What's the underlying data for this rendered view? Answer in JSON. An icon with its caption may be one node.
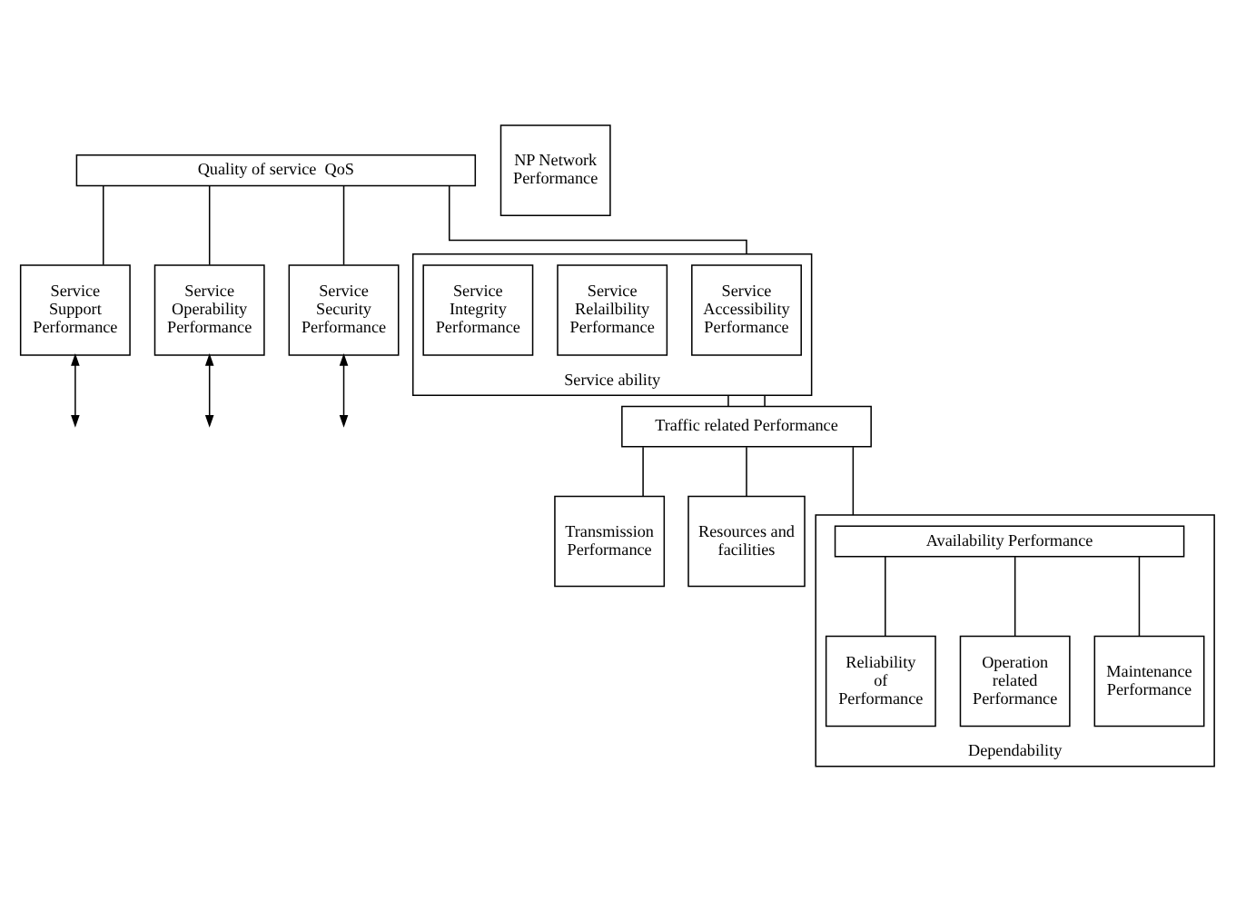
{
  "diagram": {
    "nodes": [
      {
        "text": [
          "Quality of service  QoS"
        ]
      },
      {
        "text": [
          "Service Support Performance"
        ]
      },
      {
        "text": [
          "Service Operability Performance"
        ]
      },
      {
        "text": [
          "Service Security Performance"
        ]
      },
      {
        "text": [
          "Service ability"
        ]
      },
      {
        "text": [
          "Service Accessibility Performance"
        ],
        "in": 4
      },
      {
        "text": [
          "Service Relailbility Performance"
        ],
        "in": 4
      },
      {
        "text": [
          "Service Integrity Performance"
        ],
        "in": 4
      },
      {
        "text": [
          "NP Network Performance"
        ]
      },
      {
        "text": [
          "Traffic related Performance"
        ]
      },
      {
        "text": [
          "Transmission Performance"
        ]
      },
      {
        "text": [
          "Resources and facilities"
        ]
      },
      {
        "text": [
          "Dependability"
        ]
      },
      {
        "text": [
          "Availability Performance"
        ],
        "in": 12
      },
      {
        "text": [
          "Reliability of Performance"
        ],
        "in": 12
      },
      {
        "text": [
          "Operation related Performance"
        ],
        "in": 12
      },
      {
        "text": [
          "Maintenance Performance"
        ],
        "in": 12
      }
    ],
    "edges": [
      {
        "from": 0,
        "to": 1,
        "arrow": "none"
      },
      {
        "from": 0,
        "to": 2,
        "arrow": "none"
      },
      {
        "from": 0,
        "to": 3,
        "arrow": "none"
      },
      {
        "from": 0,
        "to": 4,
        "arrow": "none"
      },
      {
        "from": 1,
        "to": null,
        "arrow": "both"
      },
      {
        "from": 2,
        "to": null,
        "arrow": "both"
      },
      {
        "from": 3,
        "to": null,
        "arrow": "both"
      },
      {
        "from": 4,
        "to": 9,
        "arrow": "none"
      },
      {
        "from": 4,
        "to": 9,
        "arrow": "none"
      },
      {
        "from": 9,
        "to": 10,
        "arrow": "none"
      },
      {
        "from": 9,
        "to": 11,
        "arrow": "none"
      },
      {
        "from": 9,
        "to": 12,
        "arrow": "none"
      },
      {
        "from": 13,
        "to": 14,
        "arrow": "none"
      },
      {
        "from": 13,
        "to": 15,
        "arrow": "none"
      },
      {
        "from": 13,
        "to": 16,
        "arrow": "none"
      }
    ]
  }
}
